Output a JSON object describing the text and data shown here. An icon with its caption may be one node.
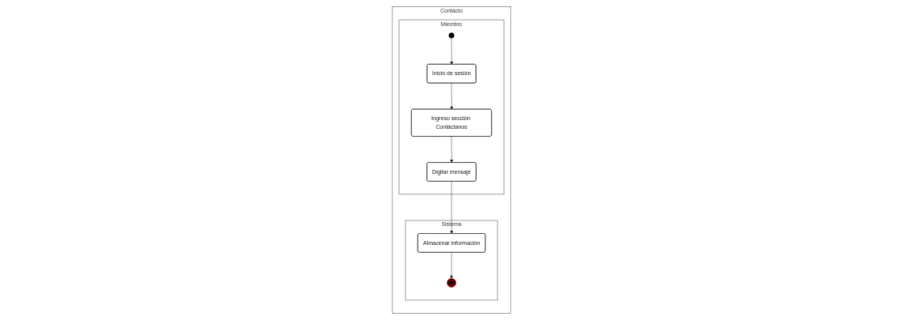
{
  "diagram": {
    "nodes": [
      {
        "text": [
          "Contácto"
        ]
      },
      {
        "text": [
          "Sistema"
        ],
        "in": 0
      },
      {
        "text": [
          "Almacenar información"
        ],
        "in": 1
      },
      {
        "text": [],
        "shape": "circle",
        "in": 1
      },
      {
        "text": [
          "Miembro"
        ],
        "in": 0
      },
      {
        "text": [],
        "shape": "circle",
        "in": 4
      },
      {
        "text": [
          "Inicio de sesión"
        ],
        "in": 4
      },
      {
        "text": [
          "Ingreso sección Contáctanos"
        ],
        "in": 4
      },
      {
        "text": [
          "Digitar mensaje"
        ],
        "in": 4
      }
    ],
    "edges": [
      {
        "from": 5,
        "to": 6,
        "arrow": "to"
      },
      {
        "from": 6,
        "to": 7,
        "arrow": "to"
      },
      {
        "from": 7,
        "to": 8,
        "arrow": "to"
      },
      {
        "from": 8,
        "to": 2,
        "arrow": "to"
      },
      {
        "from": 2,
        "to": 3,
        "arrow": "to"
      }
    ]
  }
}
